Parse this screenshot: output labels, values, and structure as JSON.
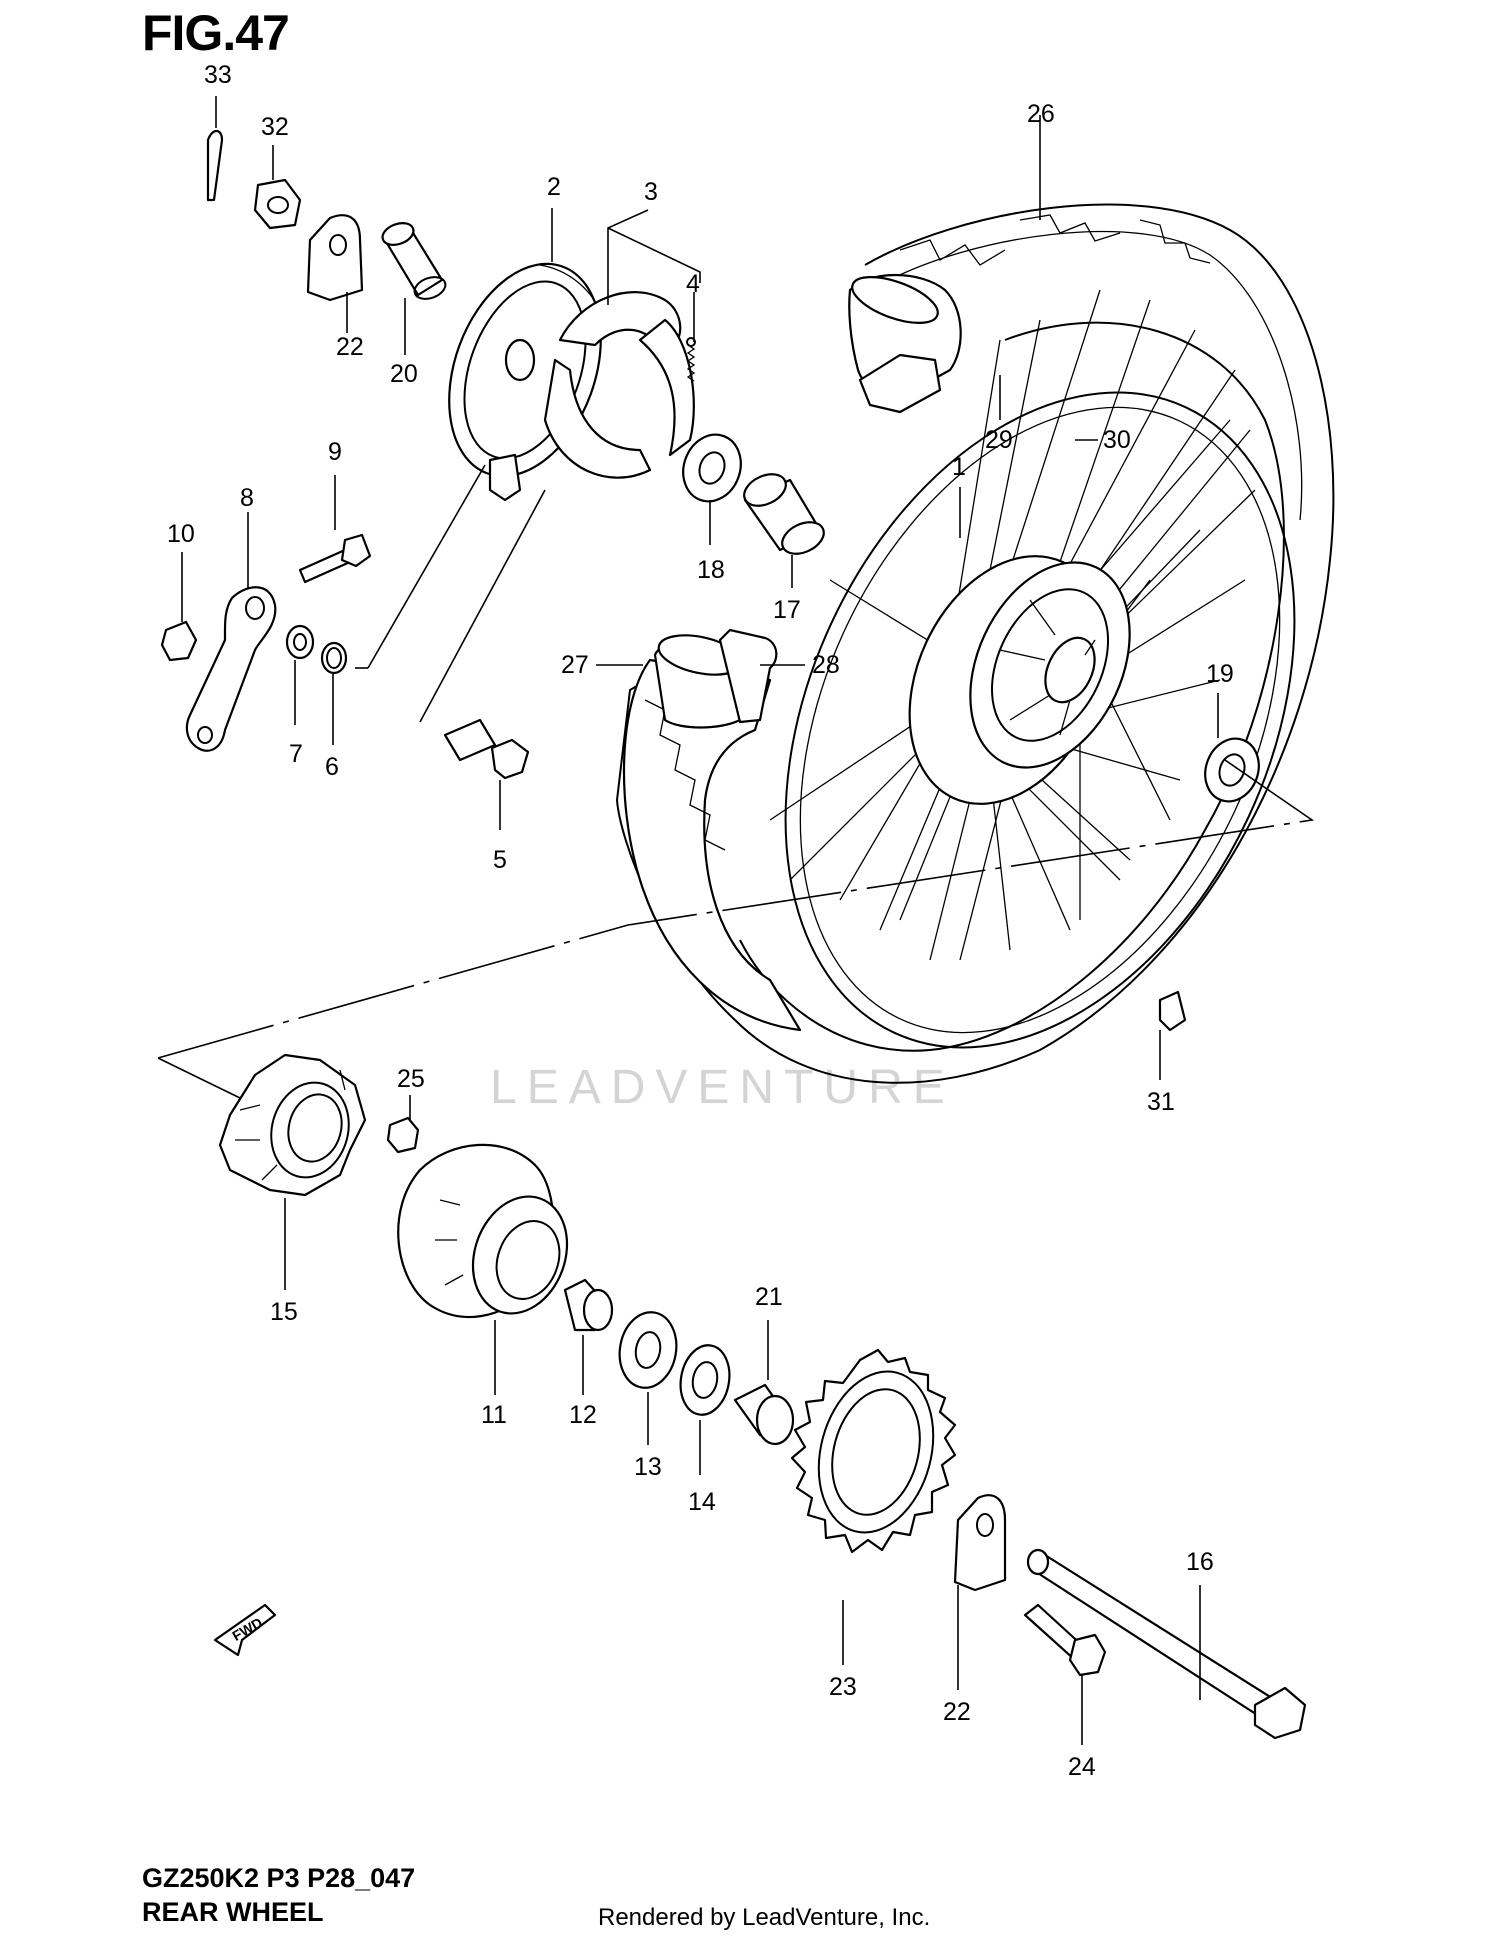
{
  "figure": {
    "title": "FIG.47"
  },
  "footer": {
    "model_code": "GZ250K2 P3 P28_047",
    "subtitle": "REAR WHEEL",
    "rendered_by": "Rendered by LeadVenture, Inc."
  },
  "watermark": "LEADVENTURE",
  "fwd_label": "FWD",
  "callouts": {
    "c1": "1",
    "c2": "2",
    "c3": "3",
    "c4": "4",
    "c5": "5",
    "c6": "6",
    "c7": "7",
    "c8": "8",
    "c9": "9",
    "c10": "10",
    "c11": "11",
    "c12": "12",
    "c13": "13",
    "c14": "14",
    "c15": "15",
    "c16": "16",
    "c17": "17",
    "c18": "18",
    "c19": "19",
    "c20": "20",
    "c21": "21",
    "c22a": "22",
    "c22b": "22",
    "c23": "23",
    "c24": "24",
    "c25": "25",
    "c26": "26",
    "c27": "27",
    "c28": "28",
    "c29": "29",
    "c30": "30",
    "c31": "31",
    "c32": "32",
    "c33": "33"
  }
}
